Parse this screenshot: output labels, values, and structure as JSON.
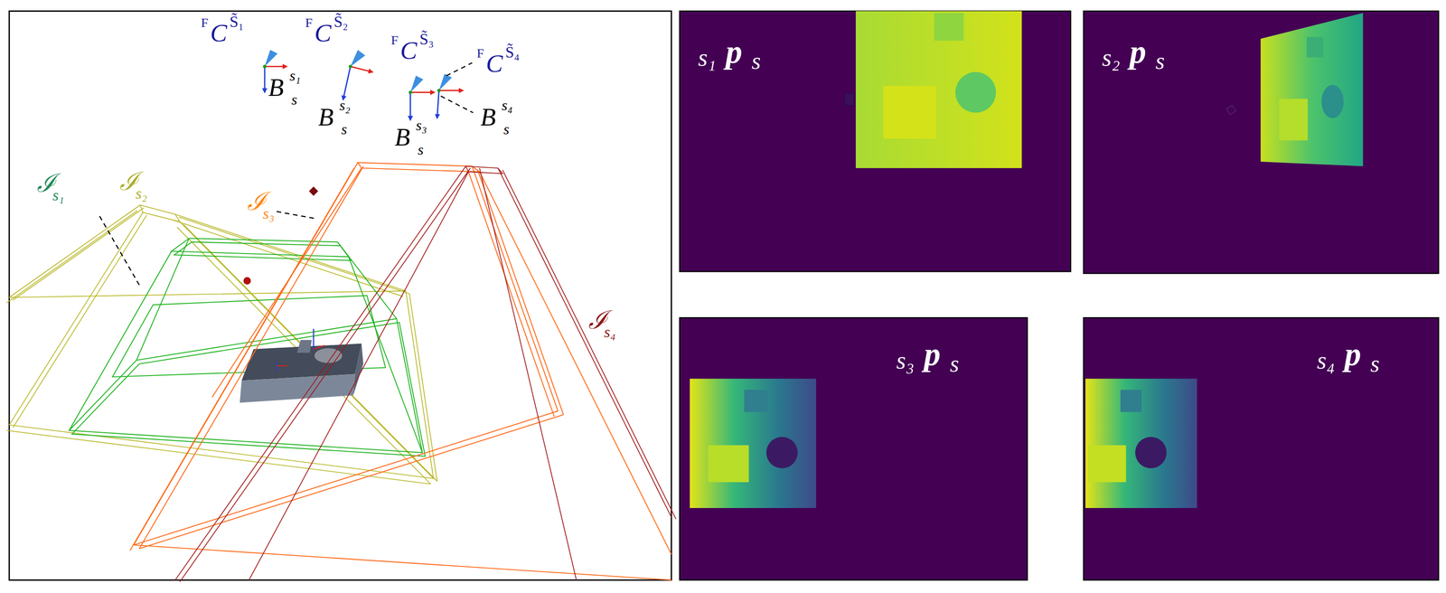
{
  "diagram": {
    "labels": [
      "F",
      "C",
      "S̃₁",
      "F",
      "C",
      "S̃₂",
      "F",
      "C",
      "S̃₃",
      "F",
      "C",
      "S̃₄",
      "B",
      "s",
      "s₁",
      "B",
      "s",
      "s₂",
      "B",
      "s",
      "s₃",
      "B",
      "s",
      "s₄",
      "ℐ",
      "s₁",
      "ℐ",
      "s₂",
      "ℐ",
      "s₃",
      "ℐ",
      "s₄",
      "s₁",
      "p",
      "s",
      "s₂",
      "p",
      "s",
      "s₃",
      "p",
      "s",
      "s₄",
      "p",
      "s"
    ]
  }
}
